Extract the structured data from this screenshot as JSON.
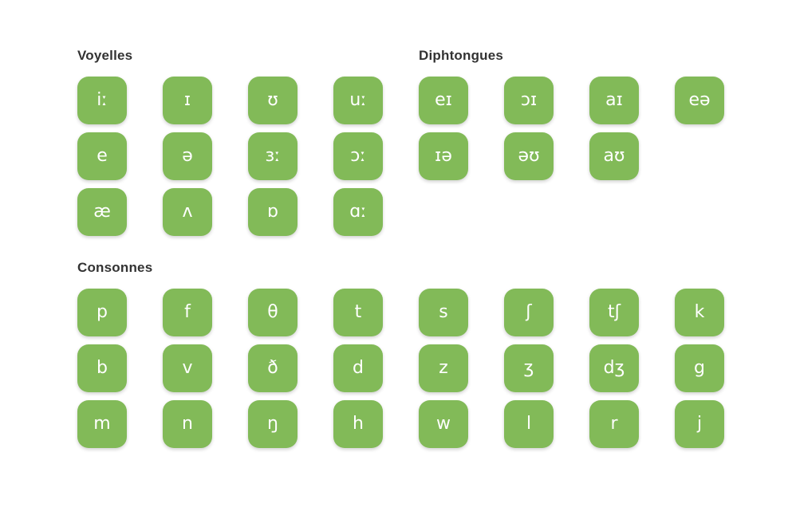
{
  "theme": {
    "tile_color": "#82ba58",
    "tile_text_color": "#ffffff",
    "heading_color": "#333333",
    "page_background": "#ffffff"
  },
  "sections": {
    "vowels": {
      "title": "Voyelles",
      "tiles": [
        "iː",
        "ɪ",
        "ʊ",
        "uː",
        "e",
        "ə",
        "ɜː",
        "ɔː",
        "æ",
        "ʌ",
        "ɒ",
        "ɑː"
      ]
    },
    "diphthongs": {
      "title": "Diphtongues",
      "tiles": [
        "eɪ",
        "ɔɪ",
        "aɪ",
        "eə",
        "ɪə",
        "əʊ",
        "aʊ"
      ]
    },
    "consonants": {
      "title": "Consonnes",
      "tiles": [
        "p",
        "f",
        "θ",
        "t",
        "s",
        "ʃ",
        "tʃ",
        "k",
        "b",
        "v",
        "ð",
        "d",
        "z",
        "ʒ",
        "dʒ",
        "g",
        "m",
        "n",
        "ŋ",
        "h",
        "w",
        "l",
        "r",
        "j"
      ]
    }
  }
}
